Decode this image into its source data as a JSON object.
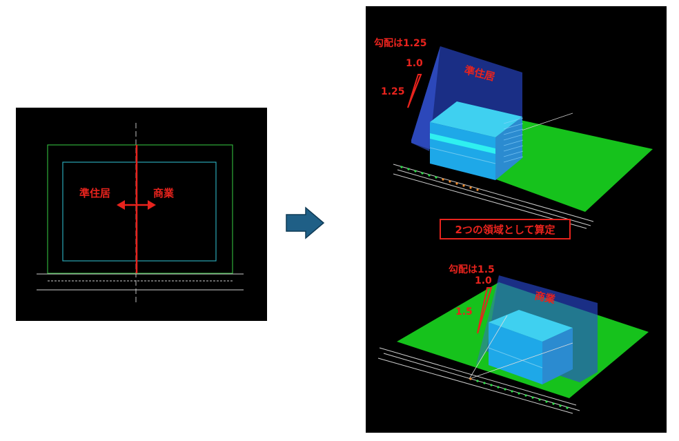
{
  "plan_view": {
    "zone_left_label": "準住居",
    "zone_right_label": "商業"
  },
  "caption": "2つの領域として算定",
  "upper_view": {
    "slope_title": "勾配は1.25",
    "slope_horizontal": "1.0",
    "slope_vertical": "1.25",
    "zone_label": "準住居"
  },
  "lower_view": {
    "slope_title": "勾配は1.5",
    "slope_horizontal": "1.0",
    "slope_vertical": "1.5",
    "zone_label": "商業"
  },
  "colors": {
    "background": "#000000",
    "label_red": "#e8231d",
    "ground_green": "#16c21c",
    "building_cyan": "#1ea8e8",
    "envelope_blue": "#2a4ad6",
    "arrow_blue": "#1f5f86"
  }
}
